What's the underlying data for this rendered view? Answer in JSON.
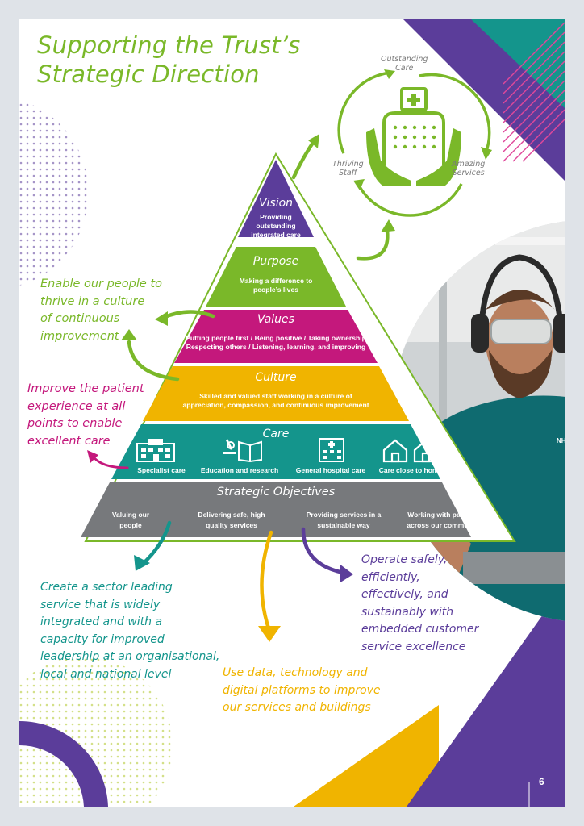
{
  "title": {
    "line1": "Supporting the Trust’s",
    "line2": "Strategic Direction"
  },
  "cycle": {
    "outstanding_care": [
      "Outstanding",
      "Care"
    ],
    "amazing_services": [
      "Amazing",
      "Services"
    ],
    "thriving_staff": [
      "Thriving",
      "Staff"
    ]
  },
  "pyramid": {
    "vision": {
      "title": "Vision",
      "text": [
        "Providing",
        "outstanding",
        "integrated care"
      ]
    },
    "purpose": {
      "title": "Purpose",
      "text": [
        "Making a difference to",
        "people’s lives"
      ]
    },
    "values": {
      "title": "Values",
      "text": [
        "Putting people first / Being positive / Taking ownership",
        "Respecting others / Listening, learning, and improving"
      ]
    },
    "culture": {
      "title": "Culture",
      "text": [
        "Skilled and valued staff working in a culture of",
        "appreciation, compassion, and continuous improvement"
      ]
    },
    "care": {
      "title": "Care",
      "items": [
        "Specialist care",
        "Education and research",
        "General hospital care",
        "Care close to home"
      ]
    },
    "objectives": {
      "title": "Strategic Objectives",
      "items": [
        [
          "Valuing our",
          "people"
        ],
        [
          "Delivering safe, high",
          "quality services"
        ],
        [
          "Providing services in a",
          "sustainable way"
        ],
        [
          "Working with partners",
          "across our community"
        ]
      ]
    }
  },
  "notes": {
    "thrive": [
      "Enable our people to",
      "thrive in a culture",
      "of continuous",
      "improvement"
    ],
    "patient": [
      "Improve the patient",
      "experience at all",
      "points to enable",
      "excellent care"
    ],
    "sector": [
      "Create a sector leading",
      "service that is widely",
      "integrated and with a",
      "capacity for improved",
      "leadership at an organisational,",
      "local and national level"
    ],
    "data": [
      "Use data, technology and",
      "digital platforms to improve",
      "our services and buildings"
    ],
    "operate": [
      "Operate safely,",
      "efficiently,",
      "effectively, and",
      "sustainably with",
      "embedded customer",
      "service excellence"
    ]
  },
  "photo_badge": "NHS",
  "page_number": "6",
  "colors": {
    "green": "#7ab829",
    "purple": "#5b3d9a",
    "magenta": "#c4187c",
    "orange": "#f0b400",
    "teal": "#14958c",
    "grey": "#77797c"
  }
}
